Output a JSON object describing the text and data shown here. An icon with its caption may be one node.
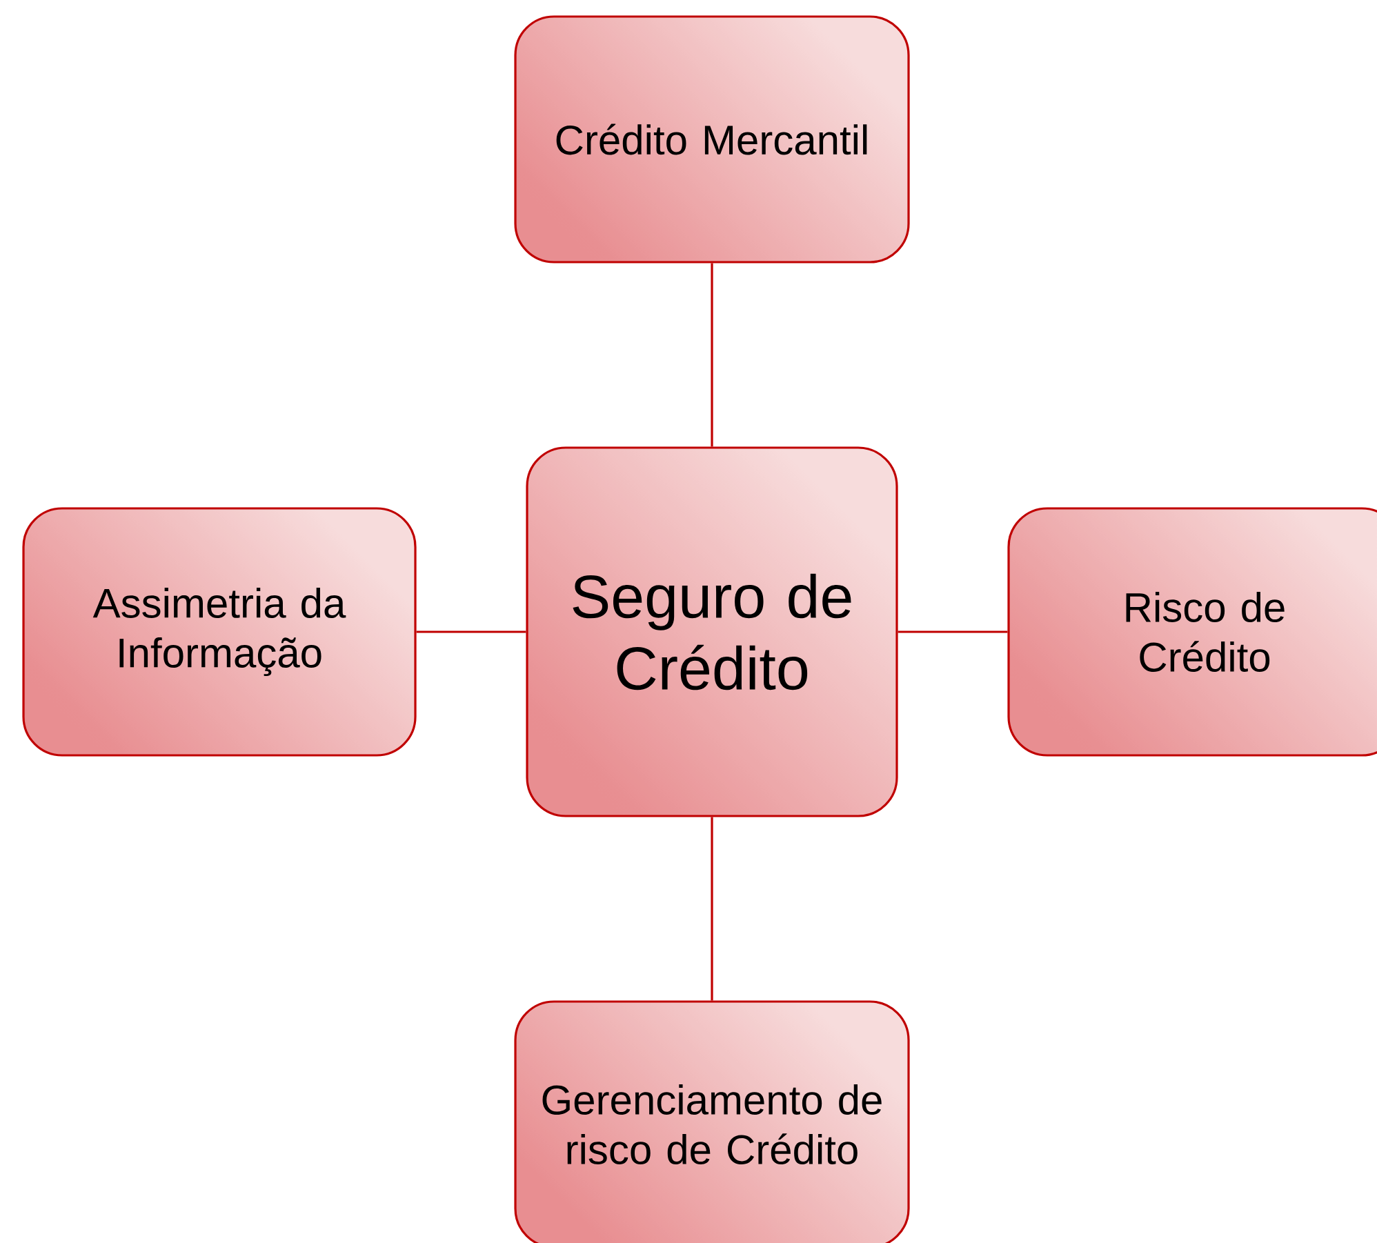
{
  "diagram": {
    "nodes": [
      {
        "text": [
          "Crédito Mercantil"
        ]
      },
      {
        "text": [
          "Assimetria da Informação"
        ]
      },
      {
        "text": [
          "Seguro de Crédito"
        ]
      },
      {
        "text": [
          "Risco de Crédito"
        ]
      },
      {
        "text": [
          "Gerenciamento de risco de Crédito"
        ]
      }
    ],
    "edges": [
      {
        "from": 2,
        "to": 0,
        "arrow": "none"
      },
      {
        "from": 2,
        "to": 1,
        "arrow": "none"
      },
      {
        "from": 2,
        "to": 3,
        "arrow": "none"
      },
      {
        "from": 2,
        "to": 4,
        "arrow": "none"
      }
    ]
  }
}
